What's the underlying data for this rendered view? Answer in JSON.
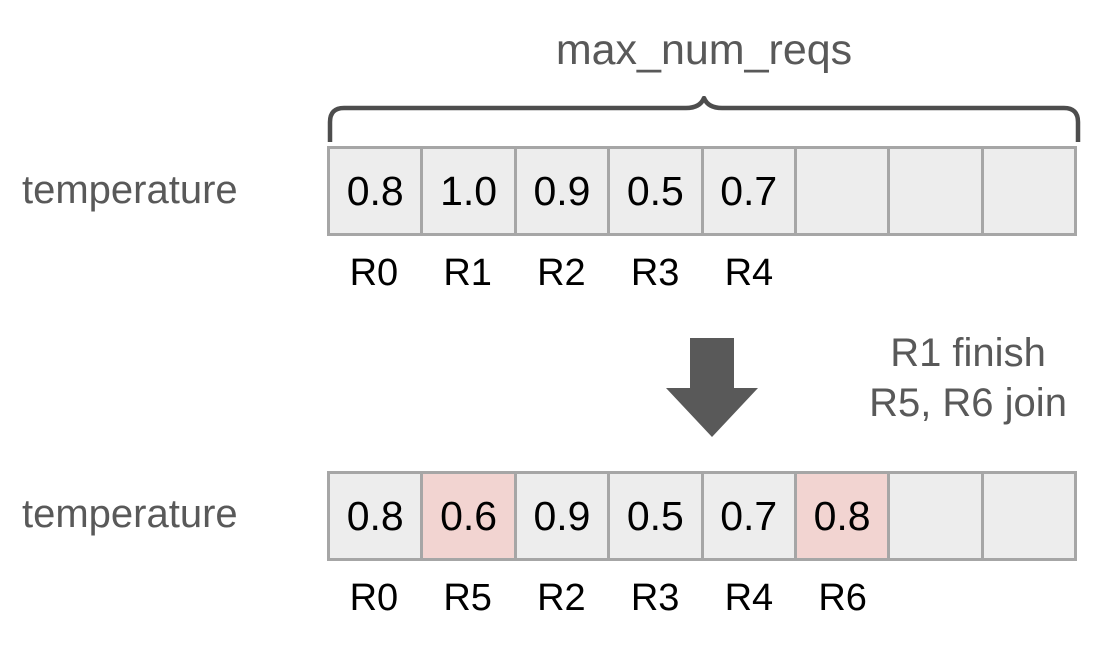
{
  "diagram": {
    "title": "max_num_reqs",
    "brace": {
      "label": "max_num_reqs",
      "spans_cells": 8
    },
    "colors": {
      "text_gray": "#595959",
      "cell_fill": "#ededed",
      "cell_border": "#a6a6a6",
      "highlight_fill": "#f2d4d1",
      "arrow_fill": "#595959",
      "value_text": "#000000",
      "background": "#ffffff"
    },
    "rows": [
      {
        "name": "before",
        "label": "temperature",
        "num_slots": 8,
        "cells": [
          {
            "value": "0.8",
            "highlighted": false,
            "empty": false
          },
          {
            "value": "1.0",
            "highlighted": false,
            "empty": false
          },
          {
            "value": "0.9",
            "highlighted": false,
            "empty": false
          },
          {
            "value": "0.5",
            "highlighted": false,
            "empty": false
          },
          {
            "value": "0.7",
            "highlighted": false,
            "empty": false
          },
          {
            "value": "",
            "highlighted": false,
            "empty": true
          },
          {
            "value": "",
            "highlighted": false,
            "empty": true
          },
          {
            "value": "",
            "highlighted": false,
            "empty": true
          }
        ],
        "ticks": [
          "R0",
          "R1",
          "R2",
          "R3",
          "R4",
          "",
          "",
          ""
        ]
      },
      {
        "name": "after",
        "label": "temperature",
        "num_slots": 8,
        "cells": [
          {
            "value": "0.8",
            "highlighted": false,
            "empty": false
          },
          {
            "value": "0.6",
            "highlighted": true,
            "empty": false
          },
          {
            "value": "0.9",
            "highlighted": false,
            "empty": false
          },
          {
            "value": "0.5",
            "highlighted": false,
            "empty": false
          },
          {
            "value": "0.7",
            "highlighted": false,
            "empty": false
          },
          {
            "value": "0.8",
            "highlighted": true,
            "empty": false
          },
          {
            "value": "",
            "highlighted": false,
            "empty": true
          },
          {
            "value": "",
            "highlighted": false,
            "empty": true
          }
        ],
        "ticks": [
          "R0",
          "R5",
          "R2",
          "R3",
          "R4",
          "R6",
          "",
          ""
        ]
      }
    ],
    "transition": {
      "arrow_icon": "arrow-down-icon",
      "note_lines": [
        "R1 finish",
        "R5, R6 join"
      ]
    }
  }
}
